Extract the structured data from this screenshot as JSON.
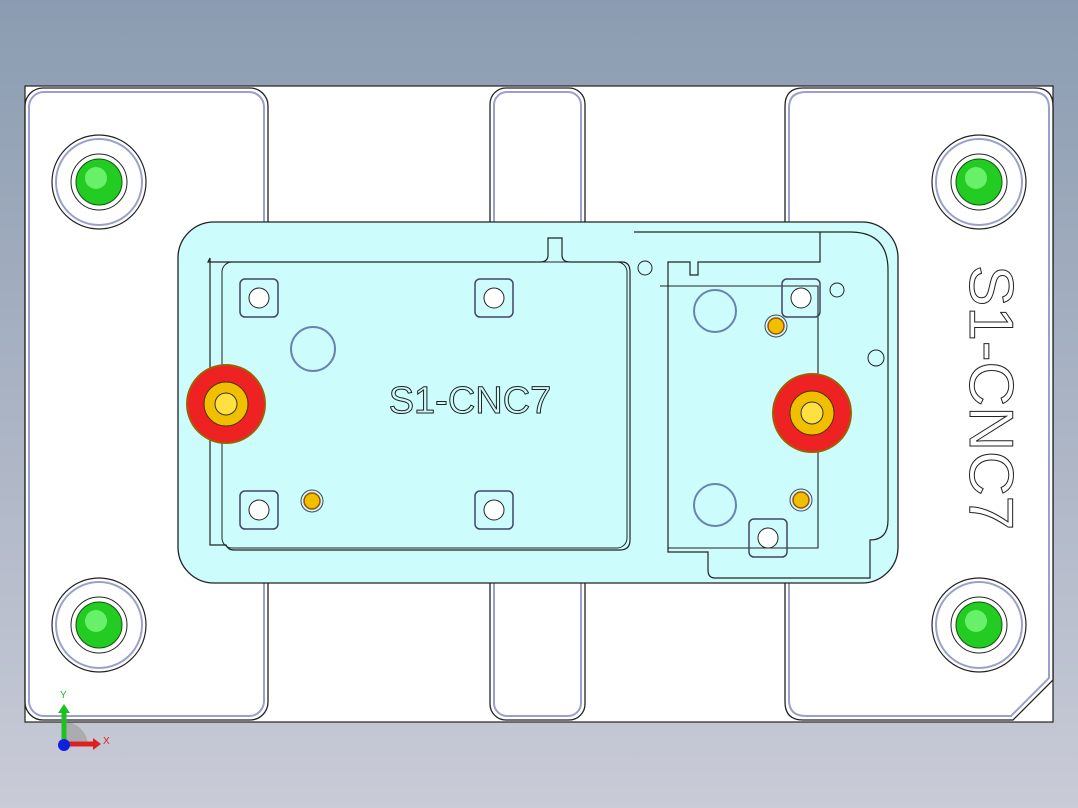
{
  "model": {
    "engraving_center": "S1-CNC7",
    "engraving_side": "S1-CNC7"
  },
  "triad": {
    "x_label": "X",
    "y_label": "Y",
    "x_color": "#e02020",
    "y_color": "#20c020",
    "z_color": "#1020e0"
  },
  "colors": {
    "insert_plate": "#ccfcfc",
    "guide_pin": "#22cc22",
    "locating_ring": "#ee2222",
    "pin": "#f0c000"
  }
}
